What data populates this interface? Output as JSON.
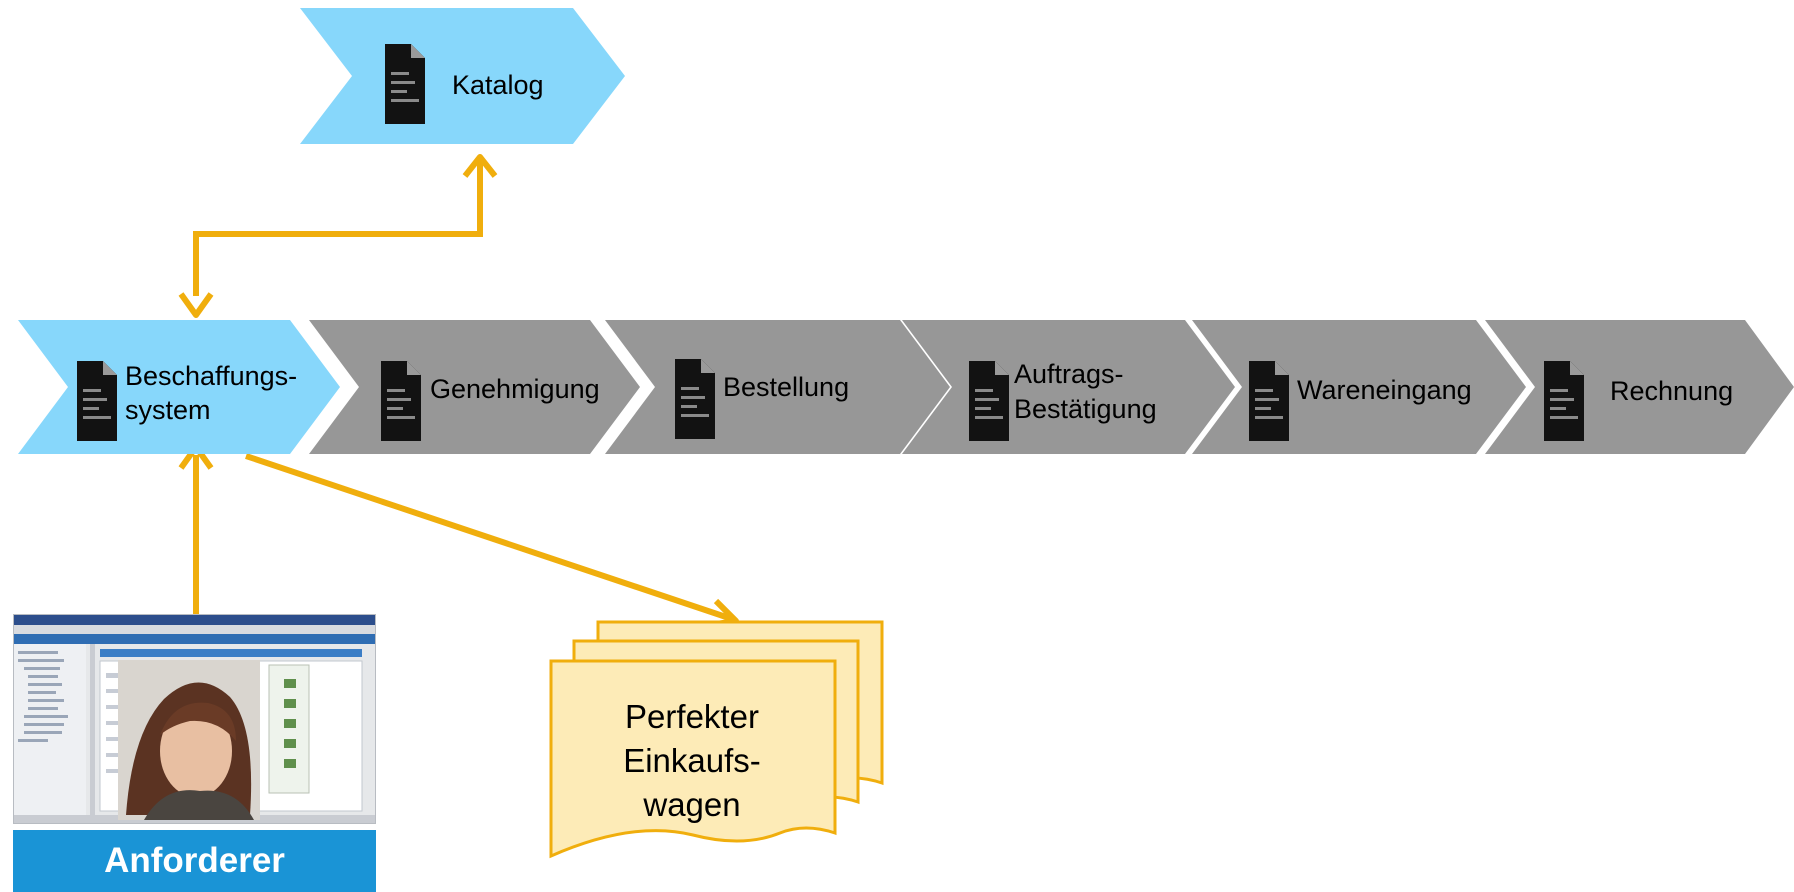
{
  "colors": {
    "highlight_chevron": "#87d7fb",
    "process_chevron": "#979797",
    "connector": "#f0ae0d",
    "document_fill": "#fdebb7",
    "document_border": "#f0ae0d",
    "requester_label_bg": "#1a94d6"
  },
  "catalog": {
    "label": "Katalog",
    "icon": "document-icon"
  },
  "process_steps": [
    {
      "id": "beschaffungssystem",
      "lines": [
        "Beschaffungs-",
        "system"
      ],
      "highlight": true,
      "icon": "document-icon"
    },
    {
      "id": "genehmigung",
      "lines": [
        "Genehmigung"
      ],
      "highlight": false,
      "icon": "document-icon"
    },
    {
      "id": "bestellung",
      "lines": [
        "Bestellung"
      ],
      "highlight": false,
      "icon": "document-icon"
    },
    {
      "id": "auftragsbestaetigung",
      "lines": [
        "Auftrags-",
        "Bestätigung"
      ],
      "highlight": false,
      "icon": "document-icon"
    },
    {
      "id": "wareneingang",
      "lines": [
        "Wareneingang"
      ],
      "highlight": false,
      "icon": "document-icon"
    },
    {
      "id": "rechnung",
      "lines": [
        "Rechnung"
      ],
      "highlight": false,
      "icon": "document-icon"
    }
  ],
  "shopping_cart_doc": {
    "lines": [
      "Perfekter",
      "Einkaufs-",
      "wagen"
    ]
  },
  "requester": {
    "label": "Anforderer",
    "image": "requester-photo-with-procurement-screenshot"
  }
}
